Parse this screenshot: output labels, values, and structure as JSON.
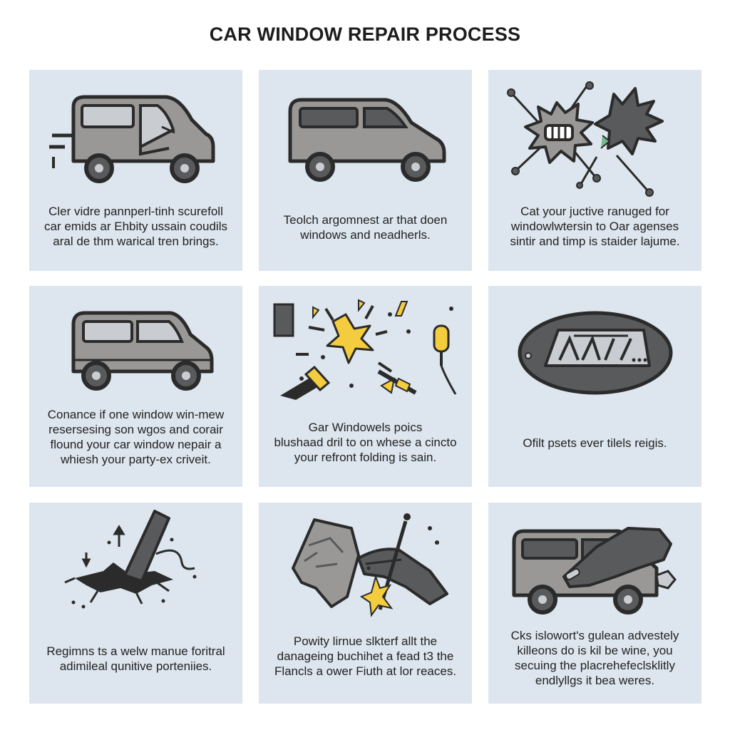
{
  "title": "CAR WINDOW REPAIR PROCESS",
  "colors": {
    "card_bg": "#dde6ee",
    "outline": "#2b2b2b",
    "body_gray": "#9a9896",
    "dark_gray": "#585a5c",
    "yellow": "#f3cd3e",
    "window": "#c9ccd0"
  },
  "cards": [
    {
      "icon": "van-door-open-icon",
      "lines": [
        "Cler vidre pannperl-tinh scurefoll",
        "car emids ar Ehbity ussain coudils",
        "aral de thm warical tren brings."
      ]
    },
    {
      "icon": "van-icon",
      "lines": [
        "Teolch argomnest ar that doen",
        "windows and neadherls."
      ]
    },
    {
      "icon": "shattered-glass-icon",
      "lines": [
        "Cat your juctive ranuged for",
        "windowlwtersin to Oar agenses",
        "sintir and timp is staider lajume."
      ]
    },
    {
      "icon": "van-icon",
      "lines": [
        "Conance if one window win-mew",
        "resersesing son wgos and corair",
        "flound your car window nepair a",
        "whiesh your party-ex criveit."
      ]
    },
    {
      "icon": "sparks-tools-icon",
      "lines": [
        "Gar Windowels poics",
        "blushaad dril to on whese a cincto",
        "your refront folding is sain."
      ]
    },
    {
      "icon": "windshield-badge-icon",
      "lines": [
        "Ofilt psets ever tilels reigis."
      ]
    },
    {
      "icon": "impact-crack-icon",
      "lines": [
        "Regimns ts a welw manue foritral",
        "adimileal qunitive porteniies."
      ]
    },
    {
      "icon": "hand-applying-resin-icon",
      "lines": [
        "Powity lirnue slkterf allt the",
        "danageing buchihet a fead t3 the",
        "Flancls a ower Fiuth at lor reaces."
      ]
    },
    {
      "icon": "van-hand-wipe-icon",
      "lines": [
        "Cks islowort's gulean advestely",
        "killeons do is kil be wine, you",
        "secuing the placrehefeclsklitly",
        "endlyllgs it bea weres."
      ]
    }
  ]
}
